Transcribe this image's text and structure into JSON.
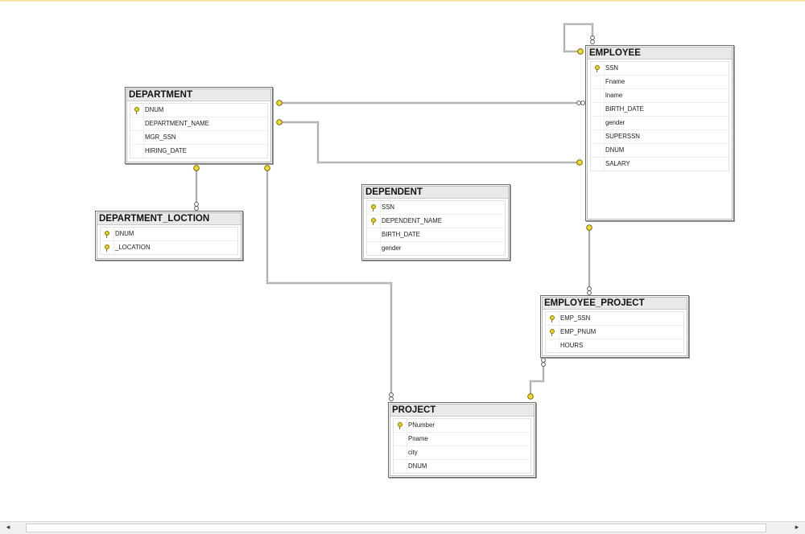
{
  "diagram": {
    "entities": [
      {
        "id": "department",
        "title": "DEPARTMENT",
        "columns": [
          {
            "name": "DNUM",
            "key": true
          },
          {
            "name": "DEPARTMENT_NAME",
            "key": false
          },
          {
            "name": "MGR_SSN",
            "key": false
          },
          {
            "name": "HIRING_DATE",
            "key": false
          }
        ]
      },
      {
        "id": "employee",
        "title": "EMPLOYEE",
        "columns": [
          {
            "name": "SSN",
            "key": true
          },
          {
            "name": "Fname",
            "key": false
          },
          {
            "name": "lname",
            "key": false
          },
          {
            "name": "BIRTH_DATE",
            "key": false
          },
          {
            "name": "gender",
            "key": false
          },
          {
            "name": "SUPERSSN",
            "key": false
          },
          {
            "name": "DNUM",
            "key": false
          },
          {
            "name": "SALARY",
            "key": false
          }
        ]
      },
      {
        "id": "department_loction",
        "title": "DEPARTMENT_LOCTION",
        "columns": [
          {
            "name": "DNUM",
            "key": true
          },
          {
            "name": "_LOCATION",
            "key": true
          }
        ]
      },
      {
        "id": "dependent",
        "title": "DEPENDENT",
        "columns": [
          {
            "name": "SSN",
            "key": true
          },
          {
            "name": "DEPENDENT_NAME",
            "key": true
          },
          {
            "name": "BIRTH_DATE",
            "key": false
          },
          {
            "name": "gender",
            "key": false
          }
        ]
      },
      {
        "id": "employee_project",
        "title": "EMPLOYEE_PROJECT",
        "columns": [
          {
            "name": "EMP_SSN",
            "key": true
          },
          {
            "name": "EMP_PNUM",
            "key": true
          },
          {
            "name": "HOURS",
            "key": false
          }
        ]
      },
      {
        "id": "project",
        "title": "PROJECT",
        "columns": [
          {
            "name": "PNumber",
            "key": true
          },
          {
            "name": "Pname",
            "key": false
          },
          {
            "name": "city",
            "key": false
          },
          {
            "name": "DNUM",
            "key": false
          }
        ]
      }
    ],
    "relationships": [
      {
        "name": "employee-superssn-self",
        "from": "employee",
        "to": "employee"
      },
      {
        "name": "department-employee-dnum",
        "from": "department",
        "to": "employee"
      },
      {
        "name": "employee-department-mgr",
        "from": "employee",
        "to": "department"
      },
      {
        "name": "department-location-dnum",
        "from": "department",
        "to": "department_loction"
      },
      {
        "name": "department-project-dnum",
        "from": "department",
        "to": "project"
      },
      {
        "name": "employee-employee-project",
        "from": "employee",
        "to": "employee_project"
      },
      {
        "name": "project-employee-project",
        "from": "project",
        "to": "employee_project"
      }
    ]
  },
  "scrollbar": {
    "left_arrow": "◂",
    "right_arrow": "▸"
  }
}
